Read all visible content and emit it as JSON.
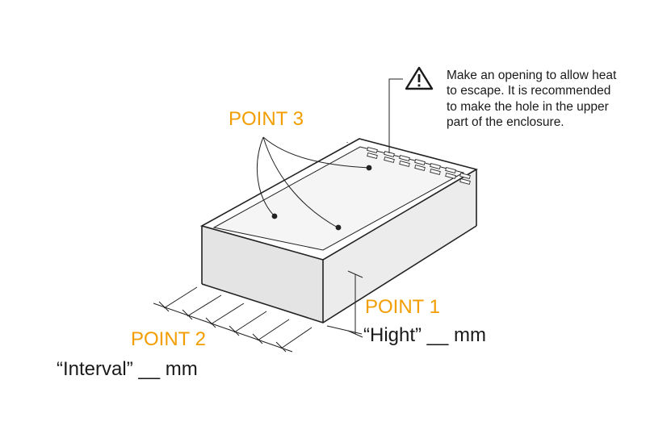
{
  "colors": {
    "accent": "#f29d00",
    "strip": "#f0a848",
    "line": "#222222"
  },
  "warning": {
    "icon": "warning-triangle-icon",
    "lines": [
      "Make an opening to allow heat",
      "to escape. It is recommended",
      "to make the hole in the upper",
      "part of the enclosure."
    ]
  },
  "labels": {
    "point3": "POINT 3",
    "point1": "POINT 1",
    "point1_value": "“Hight” __ mm",
    "point2": "POINT 2",
    "point2_value": "“Interval” __ mm"
  }
}
